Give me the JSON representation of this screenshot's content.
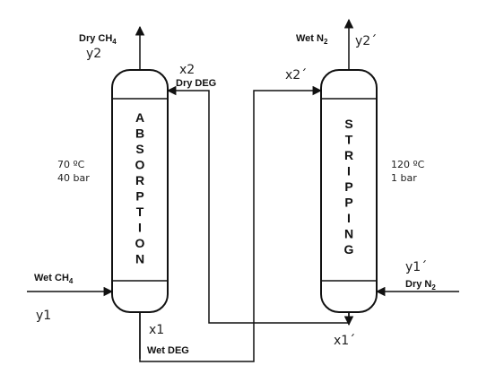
{
  "absorber": {
    "name": "ABSORPTION",
    "temperature": "70 ºC",
    "pressure": "40 bar"
  },
  "stripper": {
    "name": "STRIPPING",
    "temperature": "120 ºC",
    "pressure": "1  bar"
  },
  "streams": {
    "dry_ch4": {
      "label": "Dry CH",
      "sub": "4",
      "var": "y2"
    },
    "wet_ch4": {
      "label": "Wet CH",
      "sub": "4",
      "var": "y1"
    },
    "dry_deg": {
      "label": "Dry DEG",
      "var": "x2"
    },
    "wet_deg": {
      "label": "Wet DEG",
      "var": "x1"
    },
    "wet_n2": {
      "label": "Wet N",
      "sub": "2",
      "var": "y2´"
    },
    "dry_n2": {
      "label": "Dry N",
      "sub": "2",
      "var": "y1´"
    },
    "lean_in": {
      "var": "x2´"
    },
    "rich_out": {
      "var": "x1´"
    }
  }
}
